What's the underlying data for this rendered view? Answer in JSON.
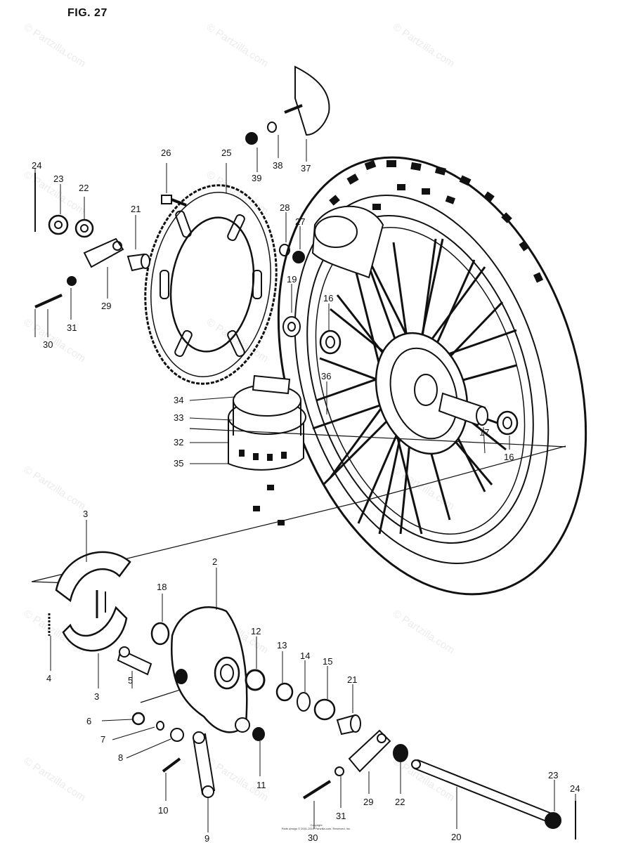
{
  "figure": {
    "title": "FIG. 27"
  },
  "watermark": {
    "text": "© Partzilla.com"
  },
  "copyright": {
    "line1": "Copyright",
    "line2": "Parts design © 2001-2019 Partzilla.com. Reserved, Inc."
  },
  "callouts": [
    "24",
    "23",
    "22",
    "21",
    "26",
    "25",
    "39",
    "38",
    "37",
    "28",
    "27",
    "19",
    "16",
    "36",
    "17",
    "16",
    "29",
    "31",
    "30",
    "34",
    "33",
    "32",
    "35",
    "3",
    "2",
    "18",
    "12",
    "13",
    "14",
    "15",
    "21",
    "4",
    "3",
    "5",
    "6",
    "7",
    "8",
    "10",
    "9",
    "11",
    "29",
    "22",
    "30",
    "31",
    "23",
    "24",
    "20"
  ],
  "colors": {
    "ink": "#111111",
    "background": "#ffffff"
  }
}
